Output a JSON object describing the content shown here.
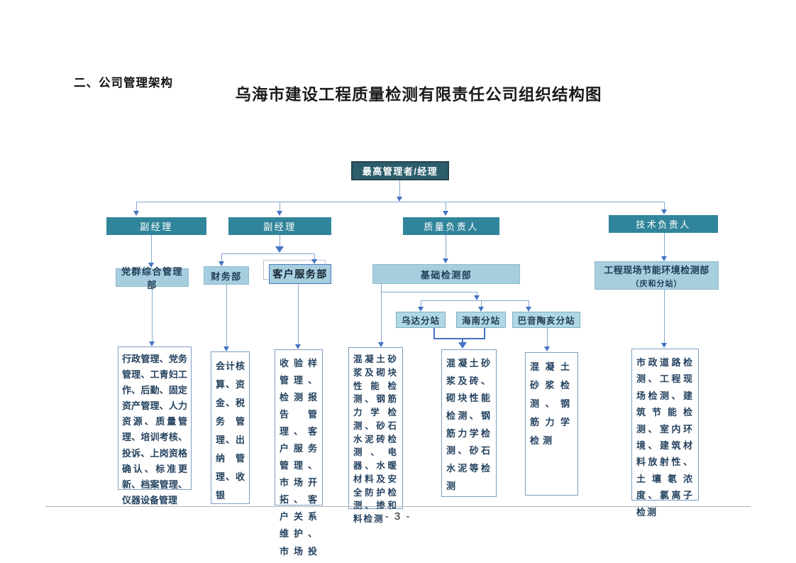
{
  "document": {
    "heading": "二、公司管理架构",
    "title": "乌海市建设工程质量检测有限责任公司组织结构图",
    "page_number": "- 3 -"
  },
  "org": {
    "root": {
      "label": "最高管理者/经理"
    },
    "level2": {
      "vice1": {
        "label": "副经理"
      },
      "vice2": {
        "label": "副经理"
      },
      "quality": {
        "label": "质量负责人"
      },
      "tech": {
        "label": "技术负责人"
      }
    },
    "departments": {
      "party": {
        "label": "党群综合管理部"
      },
      "finance": {
        "label": "财务部"
      },
      "customer": {
        "label": "客户服务部"
      },
      "basic": {
        "label": "基础检测部"
      },
      "site": {
        "label": "工程现场节能环境检测部",
        "sublabel": "（庆和分站）"
      }
    },
    "stations": {
      "wuda": {
        "label": "乌达分站"
      },
      "hainan": {
        "label": "海南分站"
      },
      "bayintaohai": {
        "label": "巴音陶亥分站"
      }
    },
    "duties": {
      "party": "行政管理、党务管理、工青妇工作、后勤、固定资产管理、人力资源、质量管理、培训考核、投诉、上岗资格确认、标准更新、档案管理、仪器设备管理",
      "finance": "会计核算、资金、税务管理、出纳管理、收银",
      "customer": "收验样管理、检测报告管理、客户服务管理、市场开拓、客户关系维护、市场投标管理",
      "basic": "混凝土砂浆及砌块性能检测、钢筋力学检测、砂石水泥砖检测、电器、水暖材料及安全防护检测、掺和料检测",
      "wuda_hainan": "混凝土砂浆及砖、砌块性能检测、钢筋力学检测、砂石水泥等检测",
      "bayintaohai": "混凝土砂浆检测、钢筋力学检测",
      "site": "市政道路检测、工程现场检测、建筑节能检测、室内环境、建筑材料放射性、土壤氡浓度、氯离子检测"
    },
    "colors": {
      "root_fill": "#2b5d6b",
      "root_border": "#27424c",
      "level2_fill": "#31859b",
      "dept_fill": "#a6cede",
      "dept_border": "#8fbccd",
      "connector": "#85a8d0",
      "arrow": "#4472c4",
      "duty_border": "#7d9cc4",
      "duty_text": "#24425f",
      "dept_text": "#1f3c55"
    }
  }
}
